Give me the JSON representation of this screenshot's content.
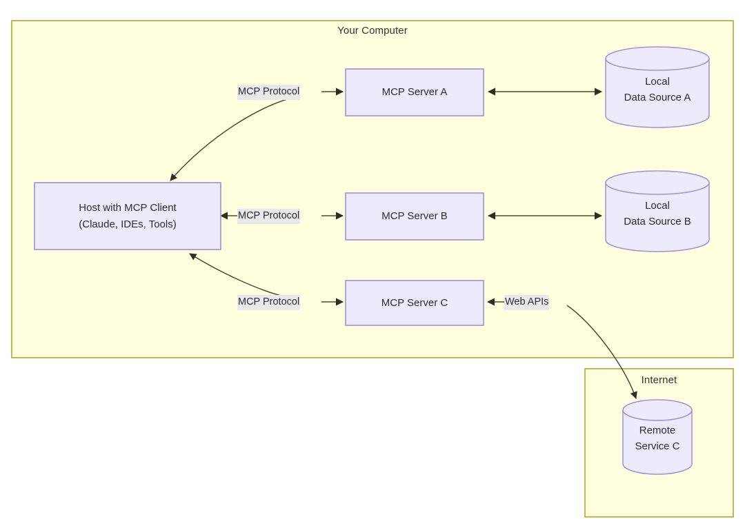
{
  "diagram": {
    "type": "architecture-flow-diagram",
    "title_visible": false,
    "containers": [
      {
        "id": "your-computer",
        "label": "Your Computer"
      },
      {
        "id": "internet",
        "label": "Internet"
      }
    ],
    "colors": {
      "container_fill": "#FFFFE0",
      "container_stroke": "#AAAA33",
      "node_fill": "#ECEAFB",
      "node_stroke": "#9A93D6",
      "edge_stroke": "#4A4A33",
      "edge_label_bg": "#E9E9E9",
      "text": "#2B2B35",
      "page_bg": "#FFFFFF"
    }
  },
  "nodes": {
    "host": {
      "label_line1": "Host with MCP Client",
      "label_line2": "(Claude, IDEs, Tools)",
      "shape": "rectangle"
    },
    "server_a": {
      "label": "MCP Server A",
      "shape": "rectangle"
    },
    "server_b": {
      "label": "MCP Server B",
      "shape": "rectangle"
    },
    "server_c": {
      "label": "MCP Server C",
      "shape": "rectangle"
    },
    "source_a": {
      "label_line1": "Local",
      "label_line2": "Data Source A",
      "shape": "cylinder"
    },
    "source_b": {
      "label_line1": "Local",
      "label_line2": "Data Source B",
      "shape": "cylinder"
    },
    "remote_c": {
      "label_line1": "Remote",
      "label_line2": "Service C",
      "shape": "cylinder"
    }
  },
  "edges": {
    "host_server_a": {
      "label": "MCP Protocol",
      "direction": "bidirectional"
    },
    "host_server_b": {
      "label": "MCP Protocol",
      "direction": "bidirectional"
    },
    "host_server_c": {
      "label": "MCP Protocol",
      "direction": "bidirectional"
    },
    "server_a_source_a": {
      "label": "",
      "direction": "bidirectional"
    },
    "server_b_source_b": {
      "label": "",
      "direction": "bidirectional"
    },
    "server_c_remote_c": {
      "label": "Web APIs",
      "direction": "bidirectional"
    }
  }
}
